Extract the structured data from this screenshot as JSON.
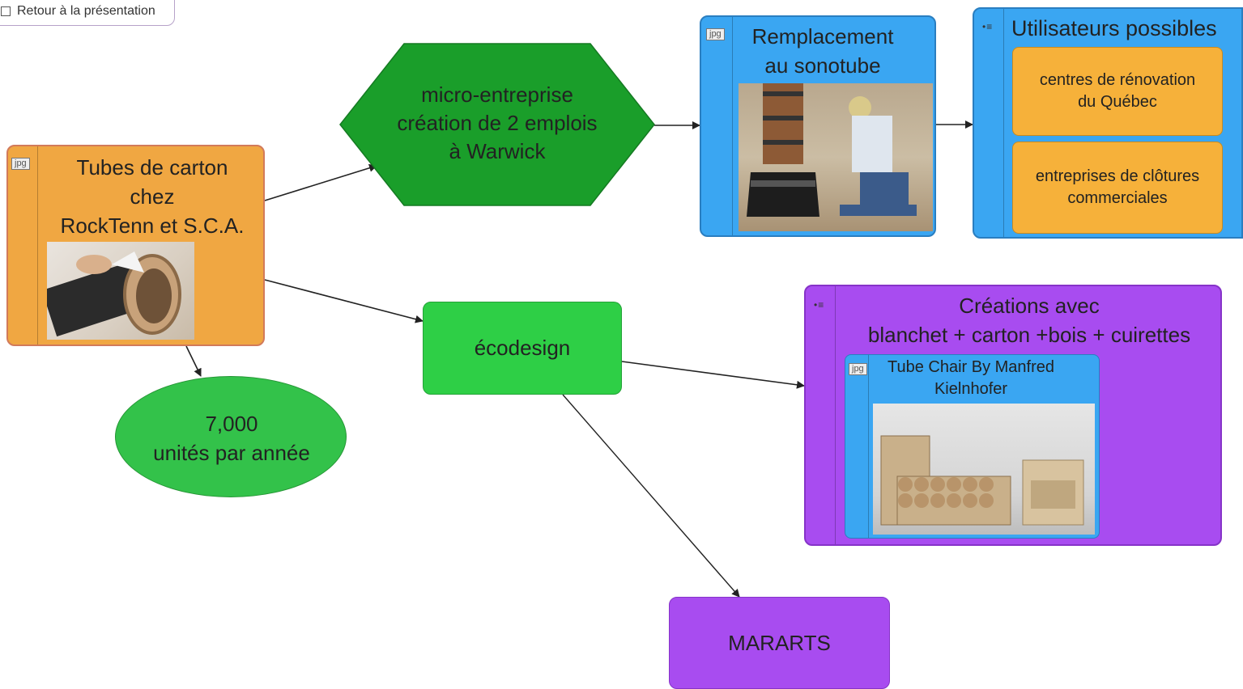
{
  "back_button": {
    "label": "Retour à la présentation",
    "icon": "presentation-icon"
  },
  "nodes": {
    "tubes": {
      "tag": "jpg",
      "line1": "Tubes de carton",
      "line2": "chez",
      "line3": "RockTenn et S.C.A.",
      "color": "#f0a742"
    },
    "micro": {
      "line1": "micro-entreprise",
      "line2": "création de 2 emplois",
      "line3": "à Warwick",
      "color": "#1a9e2a"
    },
    "remplacement": {
      "tag": "jpg",
      "line1": "Remplacement",
      "line2": "au sonotube",
      "color": "#3aa6f2"
    },
    "utilisateurs": {
      "title": "Utilisateurs possibles",
      "color": "#3aa6f2",
      "child1_line1": "centres de rénovation",
      "child1_line2": "du Québec",
      "child2_line1": "entreprises de clôtures",
      "child2_line2": "commerciales",
      "child_color": "#f6b13a"
    },
    "unites": {
      "line1": "7,000",
      "line2": "unités par année",
      "color": "#33c24a"
    },
    "ecodesign": {
      "label": "écodesign",
      "color": "#2ecf46"
    },
    "creations": {
      "line1": "Créations avec",
      "line2": "blanchet + carton +bois + cuirettes",
      "color": "#a84cf0",
      "sub_tag": "jpg",
      "sub_line1": "Tube Chair By Manfred",
      "sub_line2": "Kielnhofer",
      "sub_color": "#3aa6f2"
    },
    "mararts": {
      "label": "MARARTS",
      "color": "#a84cf0"
    }
  }
}
